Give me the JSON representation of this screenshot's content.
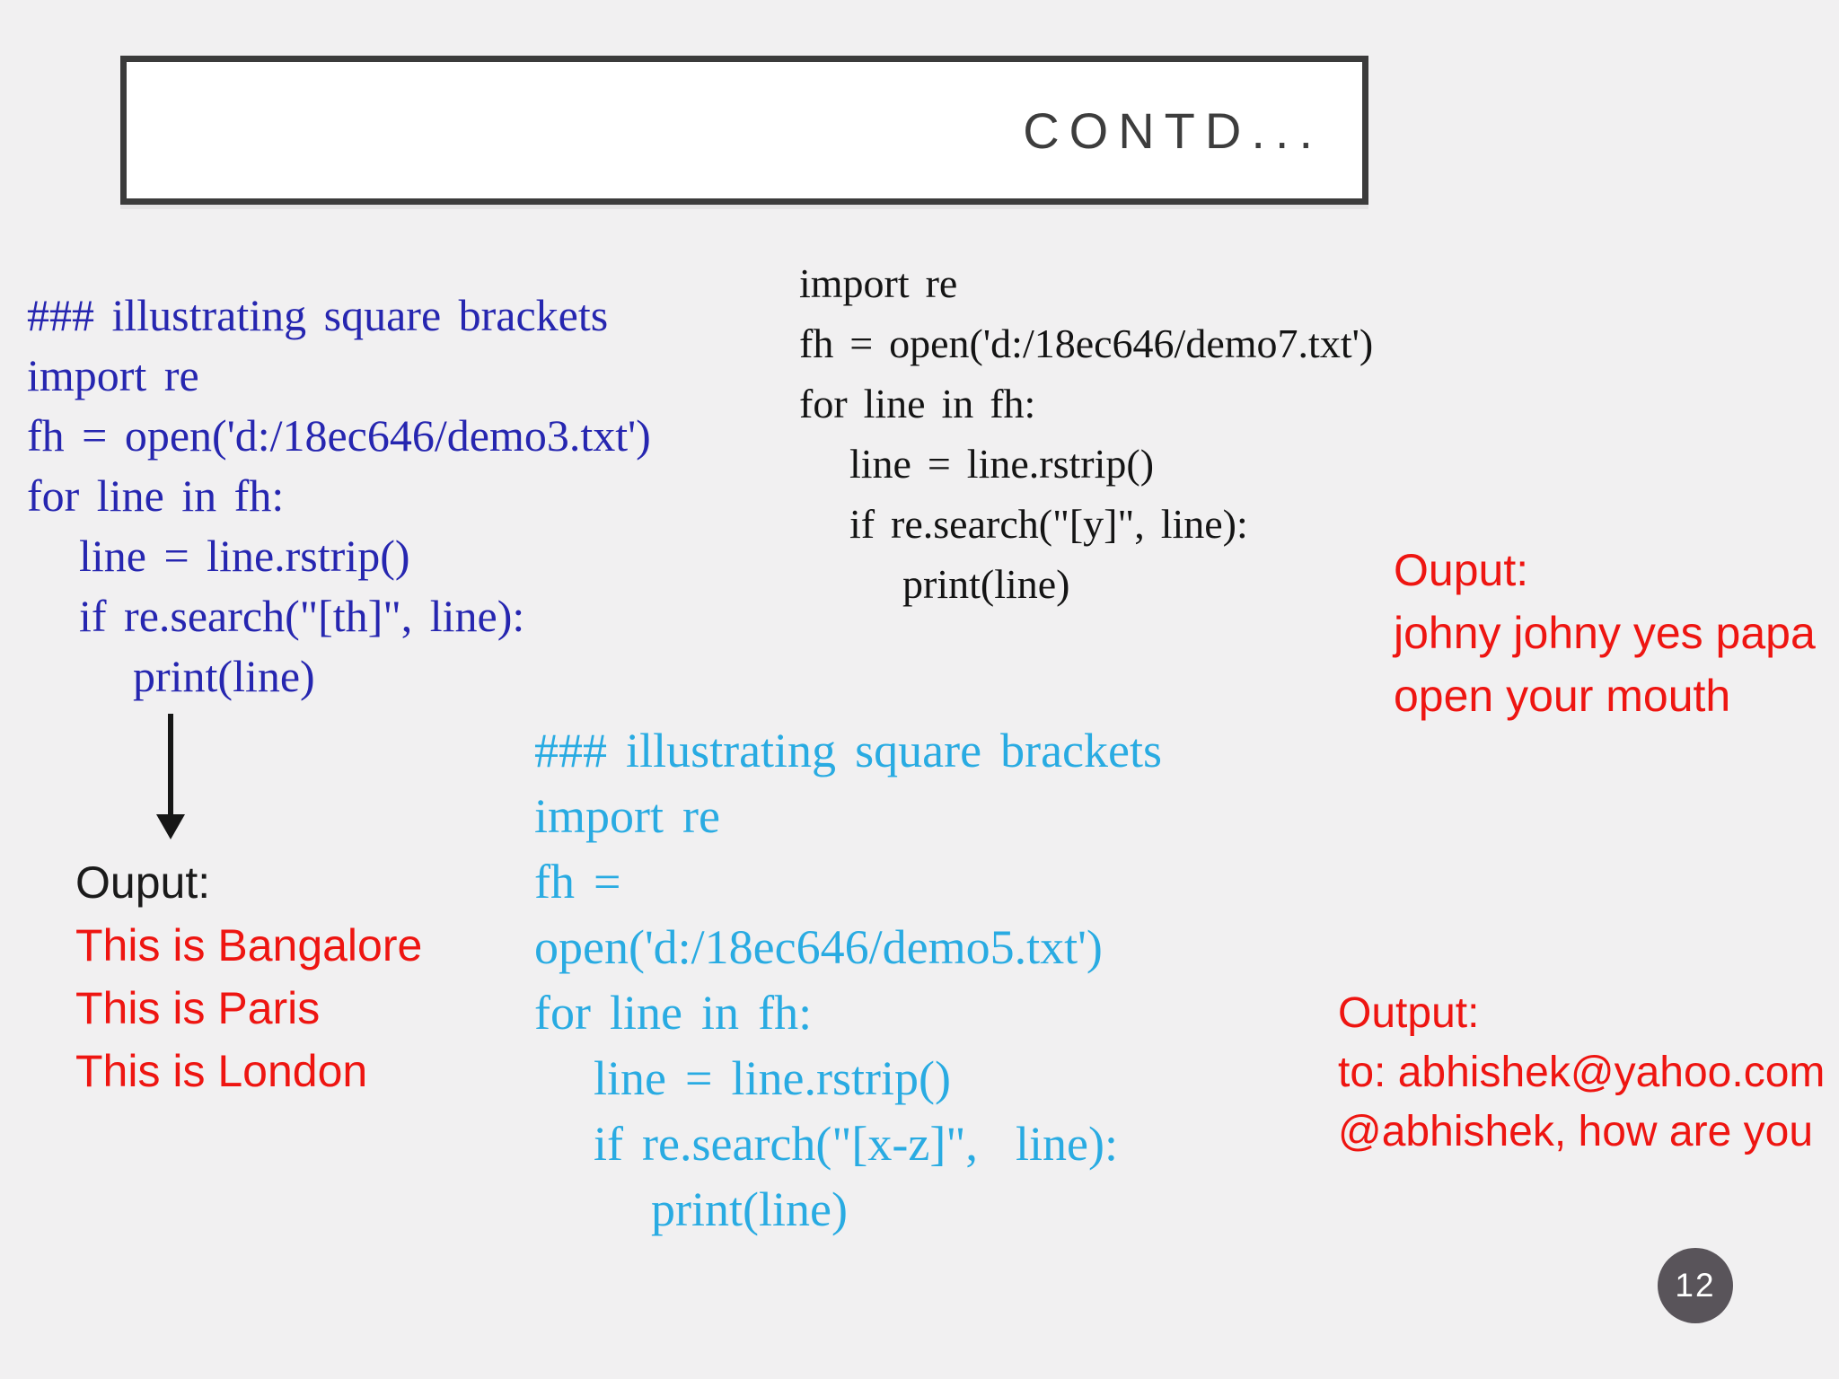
{
  "slide": {
    "title": "CONTD...",
    "page_number": "12"
  },
  "code_blocks": {
    "demo3": {
      "description": "blue serif python regex example",
      "lines": [
        "### illustrating square brackets",
        "import re",
        "fh = open('d:/18ec646/demo3.txt')",
        "for line in fh:",
        "line = line.rstrip()",
        "if re.search(\"[th]\", line):",
        "print(line)"
      ]
    },
    "demo7": {
      "description": "black serif python regex example",
      "lines": [
        "import re",
        "fh = open('d:/18ec646/demo7.txt')",
        "for line in fh:",
        "line = line.rstrip()",
        "if re.search(\"[y]\", line):",
        "print(line)"
      ]
    },
    "demo5": {
      "description": "cyan serif python regex example",
      "lines": [
        "### illustrating square brackets",
        "import re",
        "fh =",
        "open('d:/18ec646/demo5.txt')",
        "for line in fh:",
        "line = line.rstrip()",
        "if re.search(\"[x-z]\",  line):",
        "print(line)"
      ]
    }
  },
  "outputs": {
    "demo3": {
      "label": "Ouput:",
      "lines": [
        "This is Bangalore",
        "This is Paris",
        "This is London"
      ]
    },
    "demo7": {
      "label": "Ouput:",
      "lines": [
        "johny johny yes papa",
        "open your mouth"
      ]
    },
    "demo5": {
      "label": "Output:",
      "lines": [
        "to: abhishek@yahoo.com",
        "@abhishek, how are you"
      ]
    }
  },
  "colors": {
    "background": "#f1f0f1",
    "title_gray": "#3d3d3d",
    "title_border": "#3b3b3b",
    "code_blue": "#2626b0",
    "code_black": "#141414",
    "code_cyan": "#29abe2",
    "output_red": "#ee1511",
    "arrow_black": "#161616",
    "page_circle_gray": "#59545a"
  }
}
